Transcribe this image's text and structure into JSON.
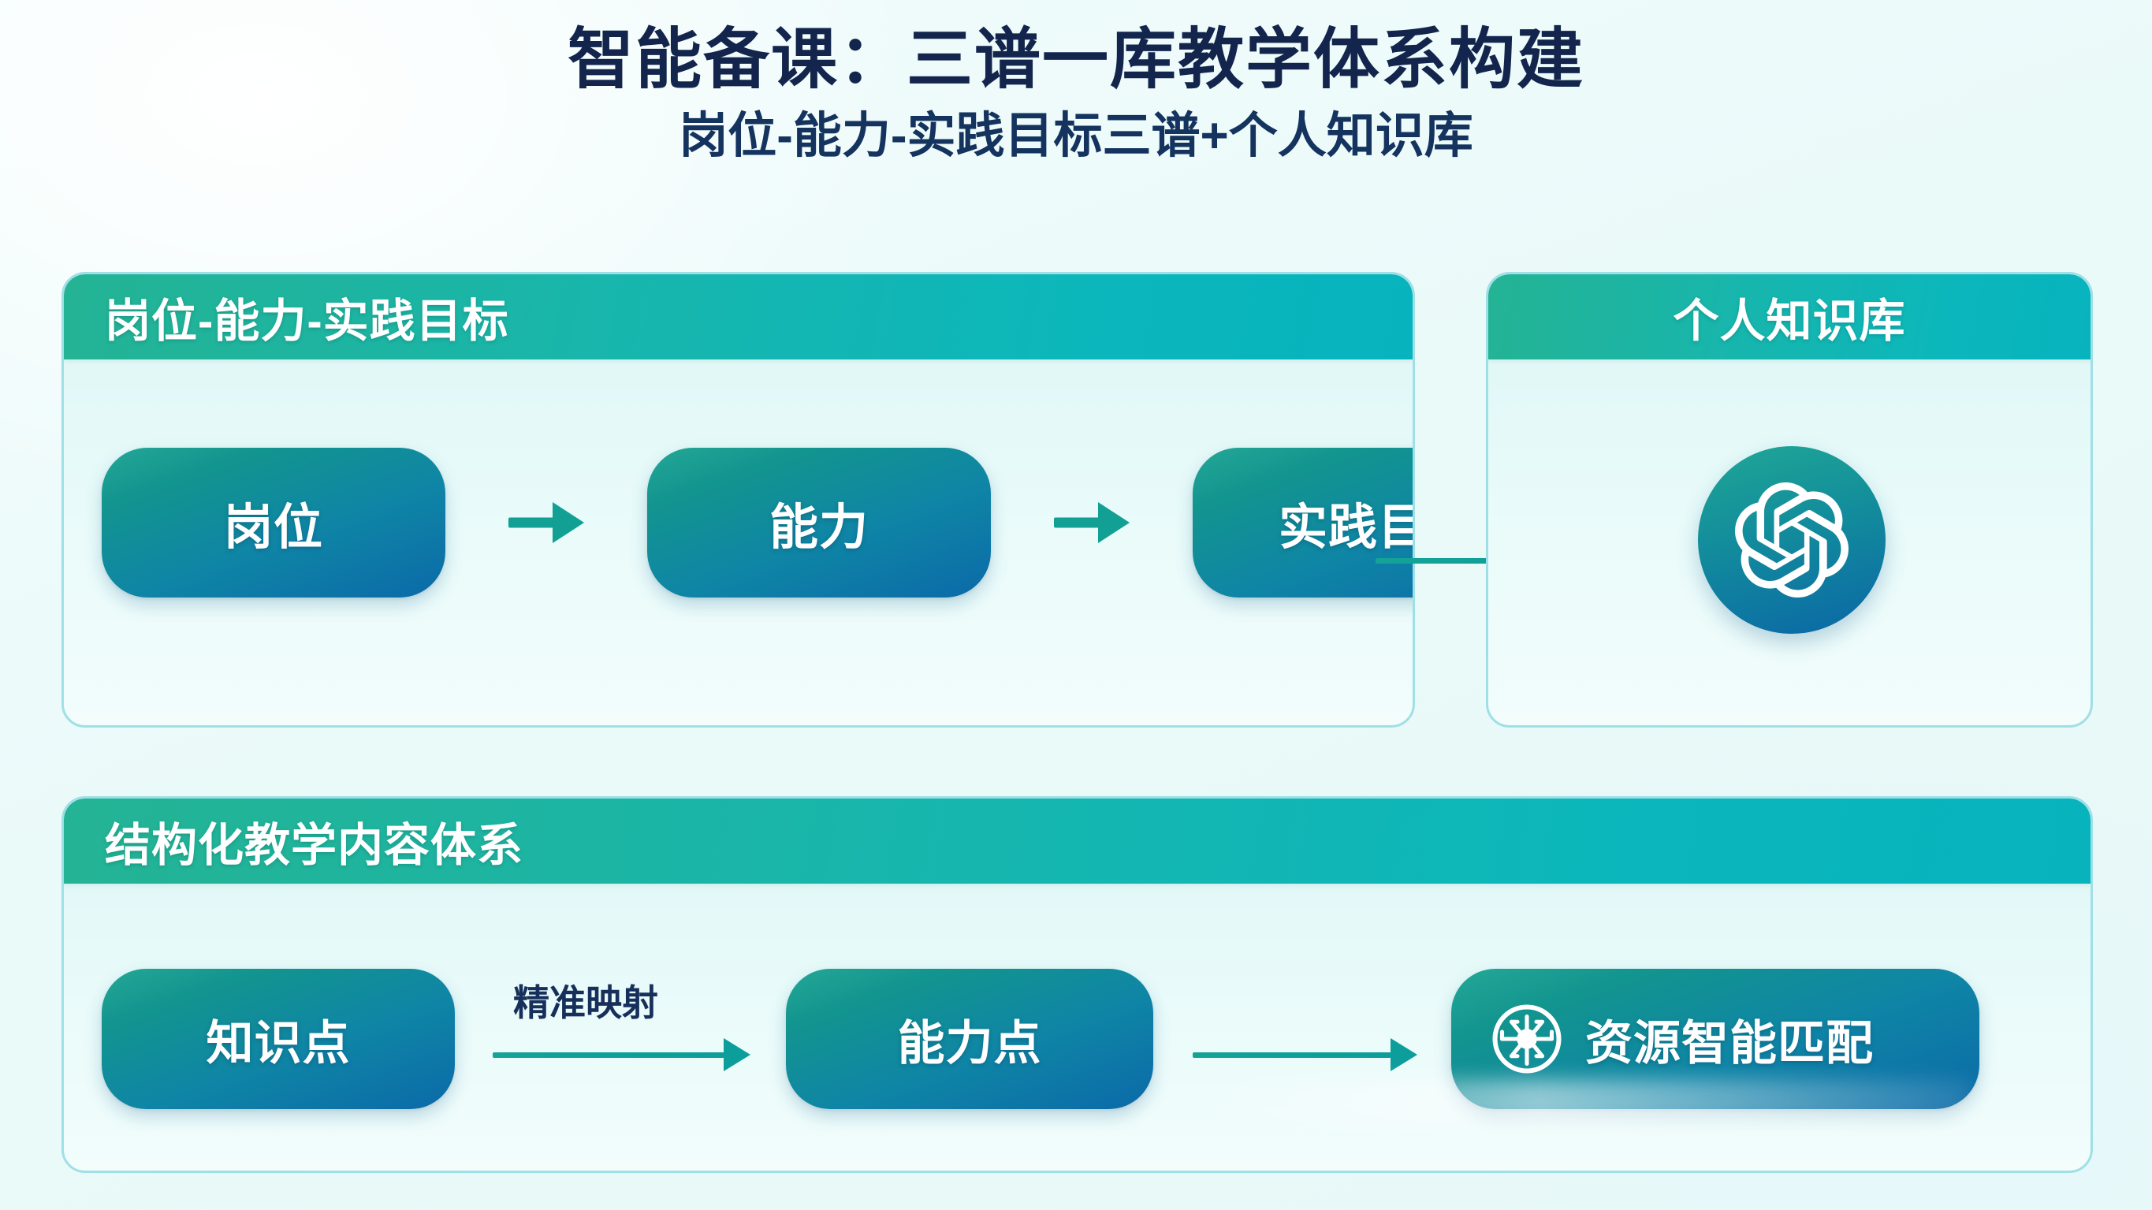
{
  "page": {
    "main_title": "智能备课：三谱一库教学体系构建",
    "sub_title": "岗位-能力-实践目标三谱+个人知识库",
    "colors": {
      "title_navy": "#13254c",
      "header_teal_start": "#24b394",
      "header_teal_end": "#07b3bd",
      "pill_gradient_start": "#24a896",
      "pill_gradient_end": "#0b6aa8",
      "arrow_teal": "#11a093",
      "card_border": "#9fe0e6",
      "card_bg": "#e9fbfa",
      "page_bg": "#eafaf9"
    }
  },
  "cards": {
    "pipeline": {
      "header": "岗位-能力-实践目标",
      "steps": [
        {
          "label": "岗位"
        },
        {
          "label": "能力"
        },
        {
          "label": "实践目标"
        }
      ]
    },
    "knowledge": {
      "header": "个人知识库",
      "logo_icon": "openai-knot-icon"
    },
    "structure": {
      "header": "结构化教学内容体系",
      "steps": [
        {
          "label": "知识点"
        },
        {
          "label": "能力点"
        },
        {
          "label": "资源智能匹配",
          "icon": "ai-chip-circle-icon"
        }
      ],
      "mapping_label": "精准映射"
    }
  },
  "arrows": {
    "step_arrow_icon": "arrow-right-icon",
    "bridge_arrow_icon": "long-arrow-right-icon"
  }
}
